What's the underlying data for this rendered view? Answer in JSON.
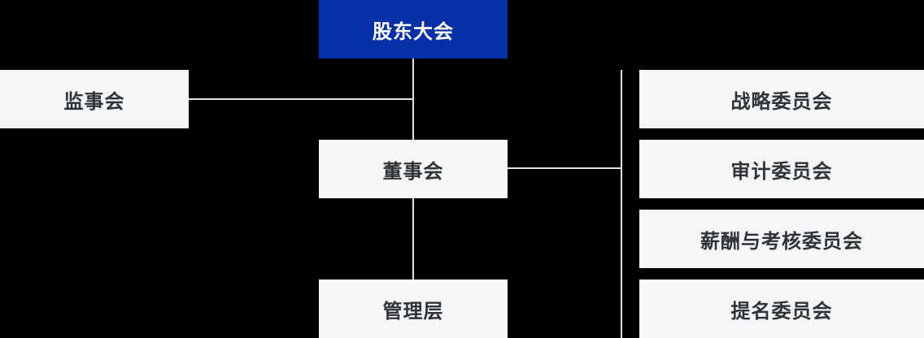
{
  "diagram": {
    "type": "org-chart",
    "background": "#000000",
    "nodes": {
      "shareholders_meeting": {
        "label": "股东大会",
        "role": "top-level",
        "style": "primary"
      },
      "supervisory_board": {
        "label": "监事会"
      },
      "board_of_directors": {
        "label": "董事会"
      },
      "management": {
        "label": "管理层"
      },
      "committees": [
        {
          "label": "战略委员会"
        },
        {
          "label": "审计委员会"
        },
        {
          "label": "薪酬与考核委员会"
        },
        {
          "label": "提名委员会"
        }
      ]
    },
    "edges": [
      {
        "from": "shareholders_meeting",
        "to": "board_of_directors"
      },
      {
        "from": "shareholders_meeting",
        "to": "supervisory_board"
      },
      {
        "from": "board_of_directors",
        "to": "management"
      },
      {
        "from": "board_of_directors",
        "to": "committees"
      }
    ],
    "colors": {
      "primary_node_bg": "#0630A8",
      "primary_node_text": "#FFFFFF",
      "node_bg": "#F5F6F8",
      "node_text": "#2F3237",
      "connector": "#E0E2E5",
      "background": "#000000"
    }
  }
}
